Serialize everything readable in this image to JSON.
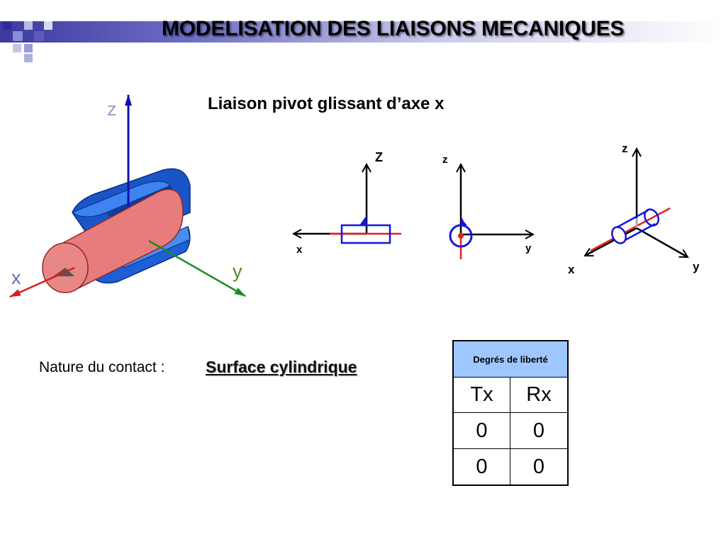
{
  "header": {
    "title": "MODELISATION DES LIAISONS MECANIQUES"
  },
  "subtitle": "Liaison pivot glissant d’axe x",
  "model_3d": {
    "axis_x": "x",
    "axis_y": "y",
    "axis_z": "z"
  },
  "front_view": {
    "axis_h": "x",
    "axis_v": "Z"
  },
  "side_view": {
    "axis_h": "y",
    "axis_v": "z"
  },
  "iso_view": {
    "axis_x": "x",
    "axis_y": "y",
    "axis_z": "z"
  },
  "contact": {
    "label": "Nature du contact :",
    "value": "Surface cylindrique"
  },
  "dof_table": {
    "header": "Degrés de liberté",
    "columns": [
      "Tx",
      "Rx"
    ],
    "rows": [
      [
        "0",
        "0"
      ],
      [
        "0",
        "0"
      ]
    ]
  },
  "colors": {
    "axis_x": "#d42020",
    "axis_y": "#1f8a1f",
    "axis_z": "#1010b0",
    "header_cell": "#9fc7ff",
    "shaft": "#e87b7b",
    "bore": "#1c5fd6",
    "symbol": "#1515e0"
  }
}
